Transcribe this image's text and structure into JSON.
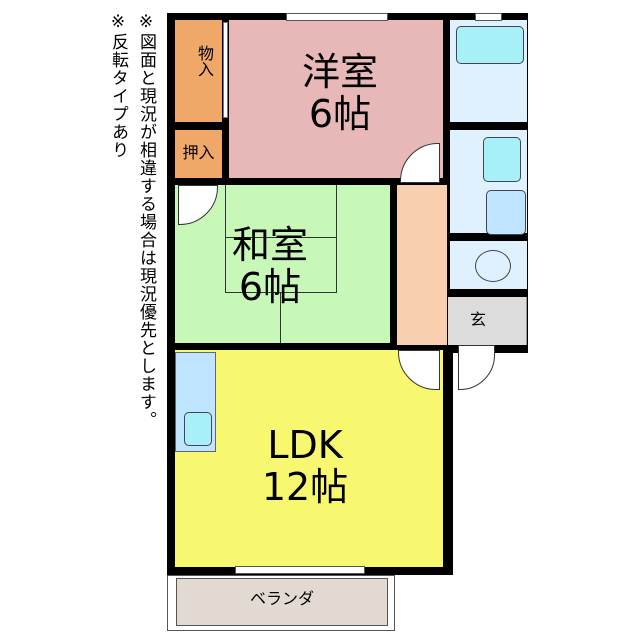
{
  "notes": [
    "※図面と現況が相違する場合は現況優先とします。",
    "※反転タイプあり"
  ],
  "rooms": {
    "western": {
      "name": "洋室",
      "size": "6帖"
    },
    "japanese": {
      "name": "和室",
      "size": "6帖"
    },
    "ldk": {
      "name": "LDK",
      "size": "12帖"
    },
    "storage": "物入",
    "closet": "押入",
    "entrance": "玄",
    "veranda": "ベランダ"
  },
  "colors": {
    "western": "#e8b8b8",
    "japanese": "#c8f8b8",
    "ldk": "#f8f870",
    "storage": "#f0a868",
    "hall": "#f8d0b0",
    "wet": "#dff0ff",
    "entrance": "#dcdcdc",
    "veranda": "#e2dad2"
  }
}
